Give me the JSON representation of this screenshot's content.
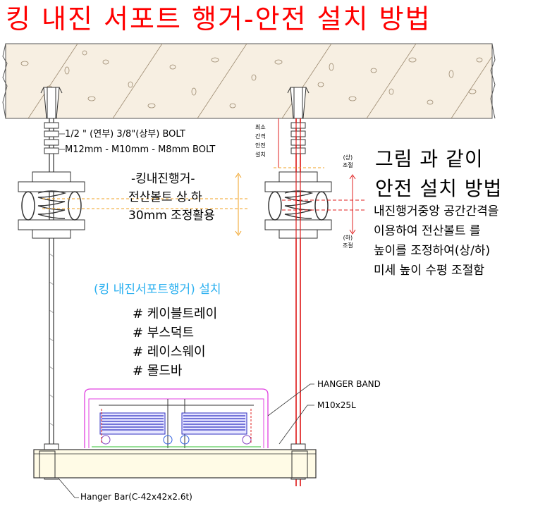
{
  "title": "킹 내진 서포트 행거-안전 설치 방법",
  "bolt_spec_1": "1/2 \" (연부)   3/8\"(상부)  BOLT",
  "bolt_spec_2": "M12mm - M10mm - M8mm  BOLT",
  "gap_label": [
    "최소",
    "간격",
    "안전",
    "설치"
  ],
  "adjust_up": [
    "(상)",
    "조절"
  ],
  "adjust_down": [
    "(하)",
    "조절"
  ],
  "king_note": {
    "title": "-킹내진행거-",
    "lines": [
      "전산볼트 상.하",
      "30mm 조정활용"
    ]
  },
  "right_note": {
    "heading_1": "그림 과 같이",
    "heading_2": "안전 설치 방법",
    "lines": [
      "내진행거중앙 공간간격을",
      "이용하여 전산볼트 를",
      "높이를 조정하여(상/하)",
      "미세 높이 수평 조절함"
    ]
  },
  "install_title": "(킹 내진서포트행거) 설치",
  "install_items": [
    "# 케이블트레이",
    "# 부스덕트",
    "# 레이스웨이",
    "# 몰드바"
  ],
  "labels": {
    "hanger_band": "HANGER BAND",
    "bolt_m10": "M10x25L",
    "hanger_bar": "Hanger Bar(C-42x42x2.6t)"
  },
  "colors": {
    "title": "#ff0000",
    "install_title": "#2bb0f0",
    "rod_red": "#e02020",
    "guide_orange": "#f0a020",
    "band_magenta": "#e040e0",
    "cable_blue": "#3030c0",
    "ceiling_fill": "#f7efe2"
  }
}
